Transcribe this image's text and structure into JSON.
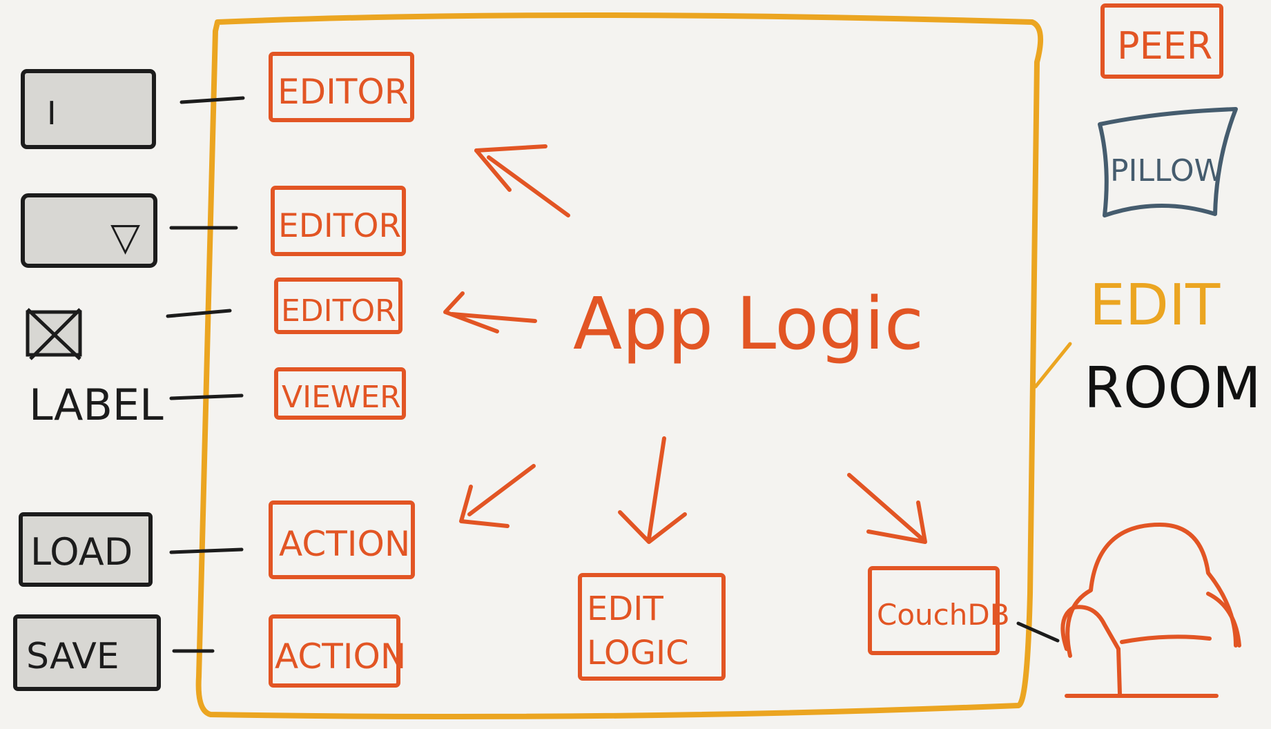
{
  "colors": {
    "background": "#f4f3f0",
    "app_border": "#eba521",
    "component": "#e25524",
    "widget_fill": "#d8d7d3",
    "widget_stroke": "#1c1c1c",
    "pillow": "#455c6e",
    "edit_text": "#eba521",
    "room_text": "#111111"
  },
  "widgets": {
    "text_field": "I",
    "dropdown": "▽",
    "checkbox": "☒",
    "label": "LABEL",
    "load": "LOAD",
    "save": "SAVE"
  },
  "components": {
    "editor_1": "EDITOR",
    "editor_2": "EDITOR",
    "editor_3": "EDITOR",
    "viewer": "VIEWER",
    "action_1": "ACTION",
    "action_2": "ACTION",
    "edit_logic_line1": "EDIT",
    "edit_logic_line2": "LOGIC",
    "couchdb": "CouchDB"
  },
  "center_label": "App Logic",
  "right": {
    "peer": "PEER",
    "pillow": "PILLOW",
    "edit": "EDIT",
    "room": "ROOM"
  },
  "icons": {
    "couch": "couch-icon",
    "arrows": "arrow-icon"
  }
}
